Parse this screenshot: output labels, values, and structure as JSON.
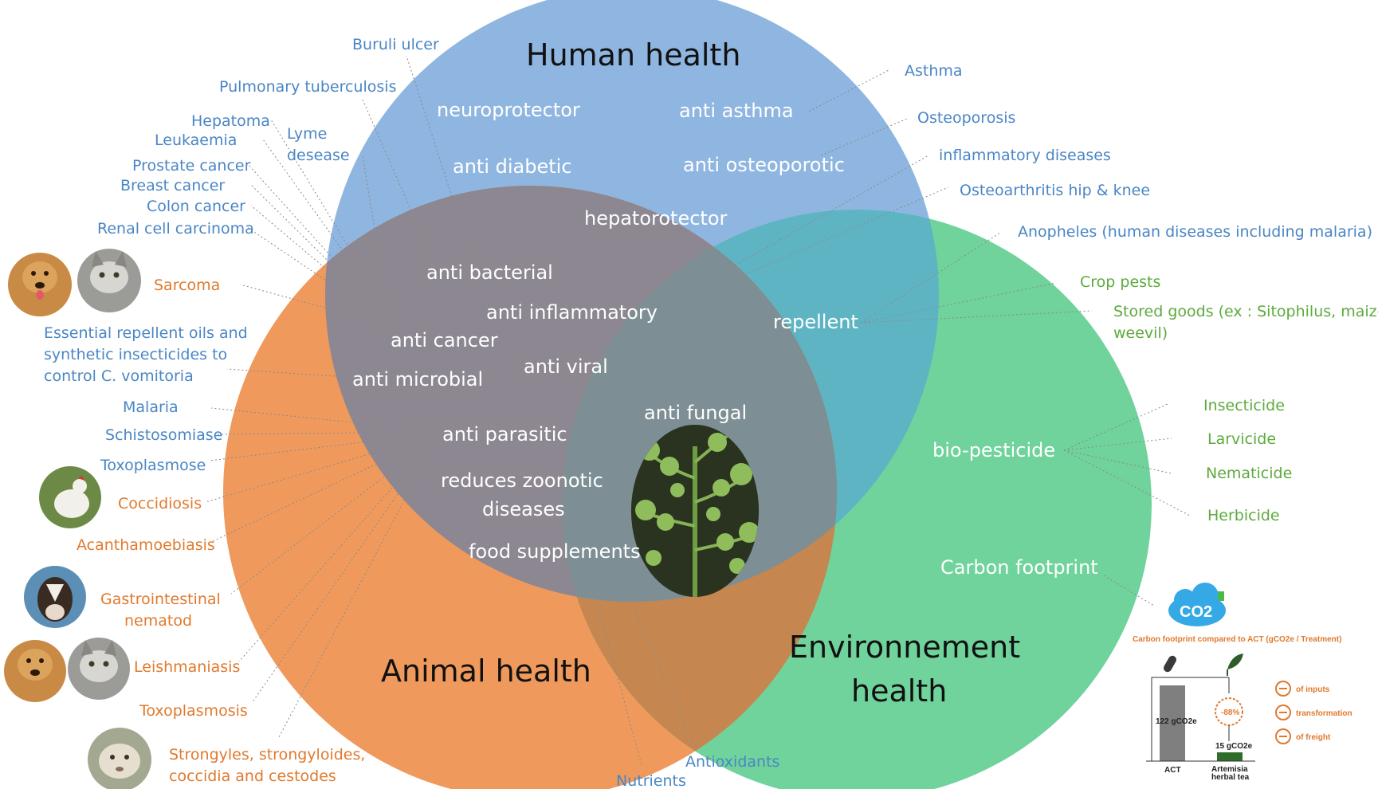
{
  "circles": {
    "human": {
      "title": "Human health",
      "color": "#8fb6e0"
    },
    "animal": {
      "title": "Animal health",
      "color": "#ef9a5c"
    },
    "environment": {
      "title_line1": "Environnement",
      "title_line2": "health",
      "color": "#6fd39b"
    },
    "core_color": "#8c8790"
  },
  "inside": {
    "neuroprotector": "neuroprotector",
    "anti_asthma": "anti asthma",
    "anti_diabetic": "anti diabetic",
    "anti_osteoporotic": "anti osteoporotic",
    "hepatorotector": "hepatorotector",
    "anti_bacterial": "anti bacterial",
    "anti_inflammatory": "anti inflammatory",
    "anti_cancer": "anti cancer",
    "anti_viral": "anti viral",
    "anti_microbial": "anti microbial",
    "anti_fungal": "anti fungal",
    "anti_parasitic": "anti parasitic",
    "reduces_zoonotic_1": "reduces zoonotic",
    "reduces_zoonotic_2": "diseases",
    "food_supplements": "food supplements",
    "repellent": "repellent",
    "bio_pesticide": "bio-pesticide",
    "carbon_footprint": "Carbon footprint"
  },
  "human_outcomes": {
    "buruli": "Buruli ulcer",
    "pulmonary_tb": "Pulmonary tuberculosis",
    "hepatoma": "Hepatoma",
    "leukaemia": "Leukaemia",
    "lyme_1": "Lyme",
    "lyme_2": "desease",
    "prostate": "Prostate cancer",
    "breast": "Breast cancer",
    "colon": "Colon cancer",
    "renal": "Renal cell carcinoma",
    "essential_1": "Essential repellent oils and",
    "essential_2": "synthetic insecticides to",
    "essential_3": "control C. vomitoria",
    "malaria": "Malaria",
    "schistosomiase": "Schistosomiase",
    "toxoplasmose": "Toxoplasmose",
    "asthma": "Asthma",
    "osteoporosis": "Osteoporosis",
    "inflammatory": "inflammatory diseases",
    "osteoarthritis": "Osteoarthritis hip & knee",
    "anopheles": "Anopheles (human diseases including malaria)",
    "nutrients": "Nutrients",
    "antioxidants": "Antioxidants"
  },
  "animal_outcomes": {
    "sarcoma": "Sarcoma",
    "coccidiosis": "Coccidiosis",
    "acanthamoebiasis": "Acanthamoebiasis",
    "gastro_1": "Gastrointestinal",
    "gastro_2": "nematod",
    "leishmaniasis": "Leishmaniasis",
    "toxoplasmosis": "Toxoplasmosis",
    "strongyles_1": "Strongyles, strongyloides,",
    "strongyles_2": "coccidia and cestodes"
  },
  "environment_outcomes": {
    "crop_pests": "Crop pests",
    "stored_1": "Stored goods (ex : Sitophilus, maize",
    "stored_2": "weevil)",
    "insecticide": "Insecticide",
    "larvicide": "Larvicide",
    "nematicide": "Nematicide",
    "herbicide": "Herbicide"
  },
  "carbon_panel": {
    "co2_label": "CO2",
    "caption": "Carbon footprint compared to ACT (gCO2e / Treatment)",
    "act_value": "122 gCO2e",
    "tea_value": "15 gCO2e",
    "percent": "-88%",
    "act_label": "ACT",
    "tea_label_1": "Artemisia",
    "tea_label_2": "herbal tea",
    "legend_inputs": "of inputs",
    "legend_transformation": "transformation",
    "legend_freight": "of freight"
  },
  "icons": [
    "dog-icon",
    "cat-icon",
    "chicken-icon",
    "cow-icon",
    "sheep-icon",
    "artemisia-plant-icon",
    "co2-cloud-icon",
    "pill-icon",
    "leaf-icon"
  ]
}
